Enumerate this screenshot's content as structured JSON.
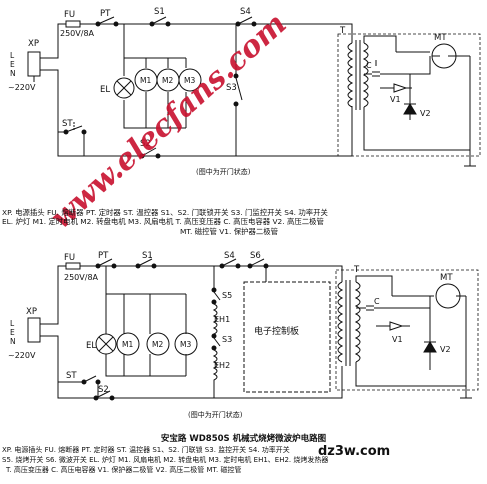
{
  "top": {
    "labels": {
      "fu": "FU",
      "fuse_rating": "250V/8A",
      "pt": "PT",
      "s1": "S1",
      "s4": "S4",
      "t": "T",
      "mt": "MT",
      "xp": "XP",
      "l": "L",
      "e": "E",
      "n": "N",
      "mains": "~220V",
      "el": "EL",
      "m1": "M1",
      "m2": "M2",
      "m3": "M3",
      "s3": "S3",
      "st": "ST",
      "s2": "S2",
      "c": "C",
      "v1": "V1",
      "v2": "V2"
    },
    "note": "(图中为开门状态)",
    "legend": [
      "XP. 电源插头  FU. 熔断器  PT. 定时器  ST. 温控器  S1、S2. 门联锁开关  S3. 门监控开关  S4. 功率开关",
      "EL. 炉灯  M1. 定时电机  M2. 转盘电机  M3. 风扇电机  T. 高压变压器  C. 高压电容器  V2. 高压二极管",
      "MT. 磁控管  V1. 保护器二极管"
    ]
  },
  "bottom": {
    "labels": {
      "fu": "FU",
      "fuse_rating": "250V/8A",
      "pt": "PT",
      "s1": "S1",
      "s4": "S4",
      "s6": "S6",
      "t": "T",
      "mt": "MT",
      "xp": "XP",
      "l": "L",
      "e": "E",
      "n": "N",
      "mains": "~220V",
      "el": "EL",
      "m1": "M1",
      "m2": "M2",
      "m3": "M3",
      "s5": "S5",
      "eh1": "EH1",
      "s3": "S3",
      "eh2": "EH2",
      "st": "ST",
      "s2": "S2",
      "c": "C",
      "v1": "V1",
      "v2": "V2",
      "control_board": "电子控制板"
    },
    "note": "(图中为开门状态)",
    "title": "安宝路 WD850S 机械式烧烤微波炉电路图",
    "legend": [
      "XP. 电源插头  FU. 熔断器  PT. 定时器  ST. 温控器  S1、S2. 门联锁   S3. 监控开关  S4. 功率开关",
      "S5. 烧烤开关  S6. 微波开关  EL. 炉灯  M1. 风扇电机  M2. 转盘电机  M3. 定时电机  EH1、EH2. 烧烤发热器",
      "T. 高压变压器  C. 高压电容器  V1. 保护器二极管  V2. 高压二极管  MT. 磁控管"
    ]
  },
  "watermarks": {
    "main": "www.elecfans.com",
    "corner": "dz3w.com"
  }
}
